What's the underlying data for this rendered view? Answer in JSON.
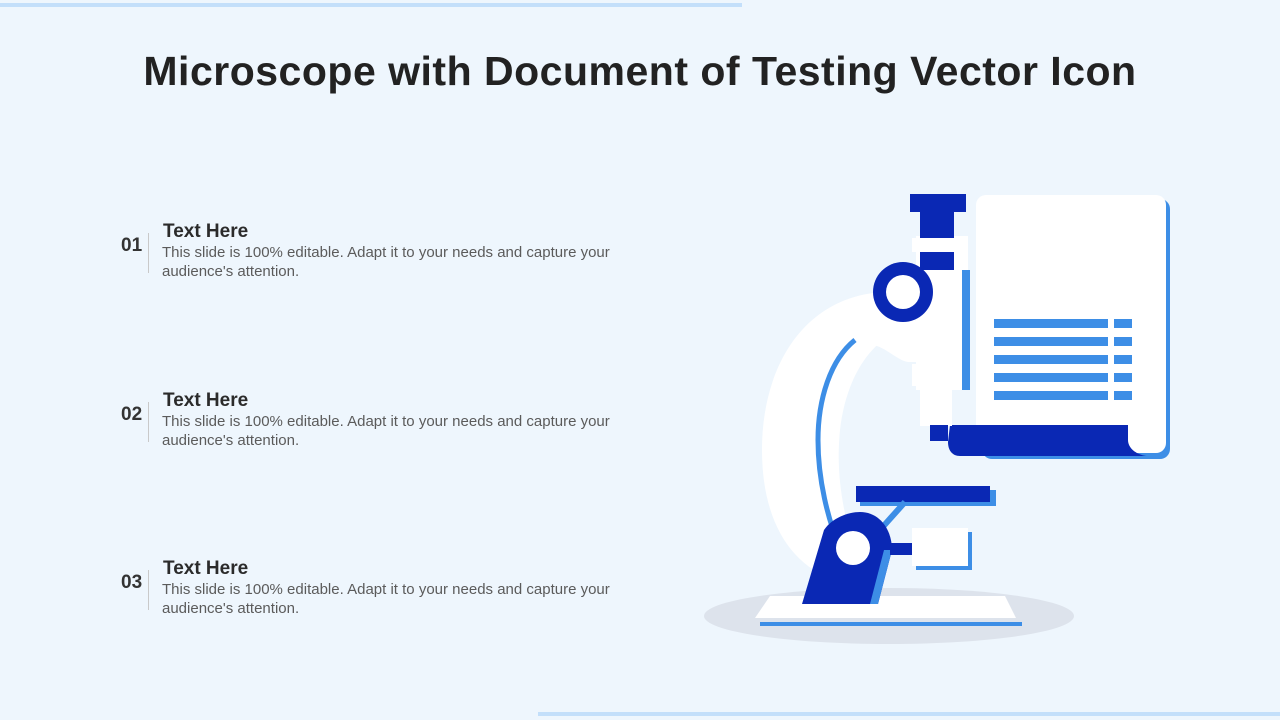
{
  "title": "Microscope with Document of Testing Vector Icon",
  "items": [
    {
      "number": "01",
      "heading": "Text Here",
      "text": "This slide is 100% editable. Adapt it to your needs and capture your audience's attention."
    },
    {
      "number": "02",
      "heading": "Text Here",
      "text": "This slide is 100% editable. Adapt it to your needs and capture your audience's attention."
    },
    {
      "number": "03",
      "heading": "Text Here",
      "text": "This slide is 100% editable. Adapt it to your needs and capture your audience's attention."
    }
  ],
  "colors": {
    "background": "#eef6fd",
    "accent_dark": "#0a28b4",
    "accent_light": "#3d8ee6",
    "white": "#ffffff",
    "shadow": "#dde3ec"
  },
  "icon": "microscope-document-icon"
}
